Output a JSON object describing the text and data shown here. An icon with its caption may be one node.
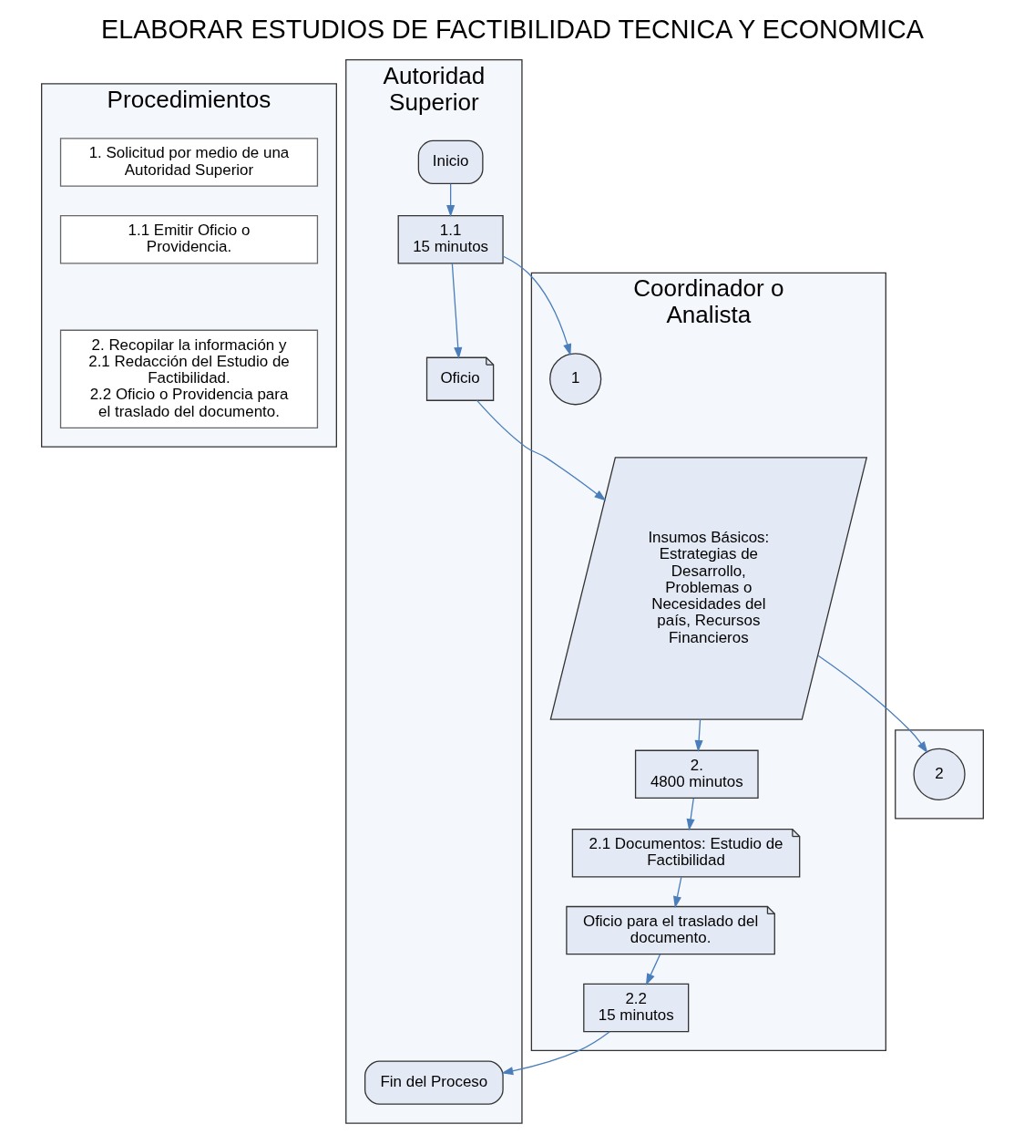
{
  "diagram": {
    "title": "ELABORAR ESTUDIOS DE FACTIBILIDAD TECNICA Y ECONOMICA",
    "nodes": [
      {
        "text": [
          "Procedimientos"
        ]
      },
      {
        "text": [
          "1. Solicitud por medio de una Autoridad Superior"
        ],
        "in": 0
      },
      {
        "text": [
          "1.1 Emitir Oficio o Providencia."
        ],
        "in": 0
      },
      {
        "text": [
          "2. Recopilar la información y",
          "2.1 Redacción del Estudio de Factibilidad.",
          "2.2 Oficio o Providencia para el traslado del documento."
        ],
        "in": 0
      },
      {
        "text": [
          "Autoridad Superior"
        ]
      },
      {
        "text": [
          "Inicio"
        ],
        "in": 4
      },
      {
        "text": [
          "1.1",
          "15 minutos"
        ],
        "in": 4
      },
      {
        "text": [
          "Oficio"
        ],
        "in": 4
      },
      {
        "text": [
          "Fin del Proceso"
        ],
        "in": 4
      },
      {
        "text": [
          "Coordinador o Analista"
        ]
      },
      {
        "text": [
          "1"
        ],
        "in": 9
      },
      {
        "text": [
          "Insumos Básicos: Estrategias de Desarrollo, Problemas o Necesidades del país, Recursos Financieros"
        ],
        "in": 9
      },
      {
        "text": [
          "2.",
          "4800 minutos"
        ],
        "in": 9
      },
      {
        "text": [
          "2.1 Documentos: Estudio de Factibilidad"
        ],
        "in": 9
      },
      {
        "text": [
          "Oficio para el traslado del documento."
        ],
        "in": 9
      },
      {
        "text": [
          "2.2",
          "15 minutos"
        ],
        "in": 9
      },
      {
        "text": [],
        "shape": "box"
      },
      {
        "text": [
          "2"
        ],
        "in": 16
      }
    ],
    "edges": [
      {
        "from": 5,
        "to": 6,
        "arrow": "to"
      },
      {
        "from": 6,
        "to": 10,
        "arrow": "to"
      },
      {
        "from": 6,
        "to": 7,
        "arrow": "to"
      },
      {
        "from": 7,
        "to": 11,
        "arrow": "to"
      },
      {
        "from": 11,
        "to": 17,
        "arrow": "to"
      },
      {
        "from": 11,
        "to": 12,
        "arrow": "to"
      },
      {
        "from": 12,
        "to": 13,
        "arrow": "to"
      },
      {
        "from": 13,
        "to": 14,
        "arrow": "to"
      },
      {
        "from": 14,
        "to": 15,
        "arrow": "to"
      },
      {
        "from": 15,
        "to": 8,
        "arrow": "to"
      }
    ]
  }
}
